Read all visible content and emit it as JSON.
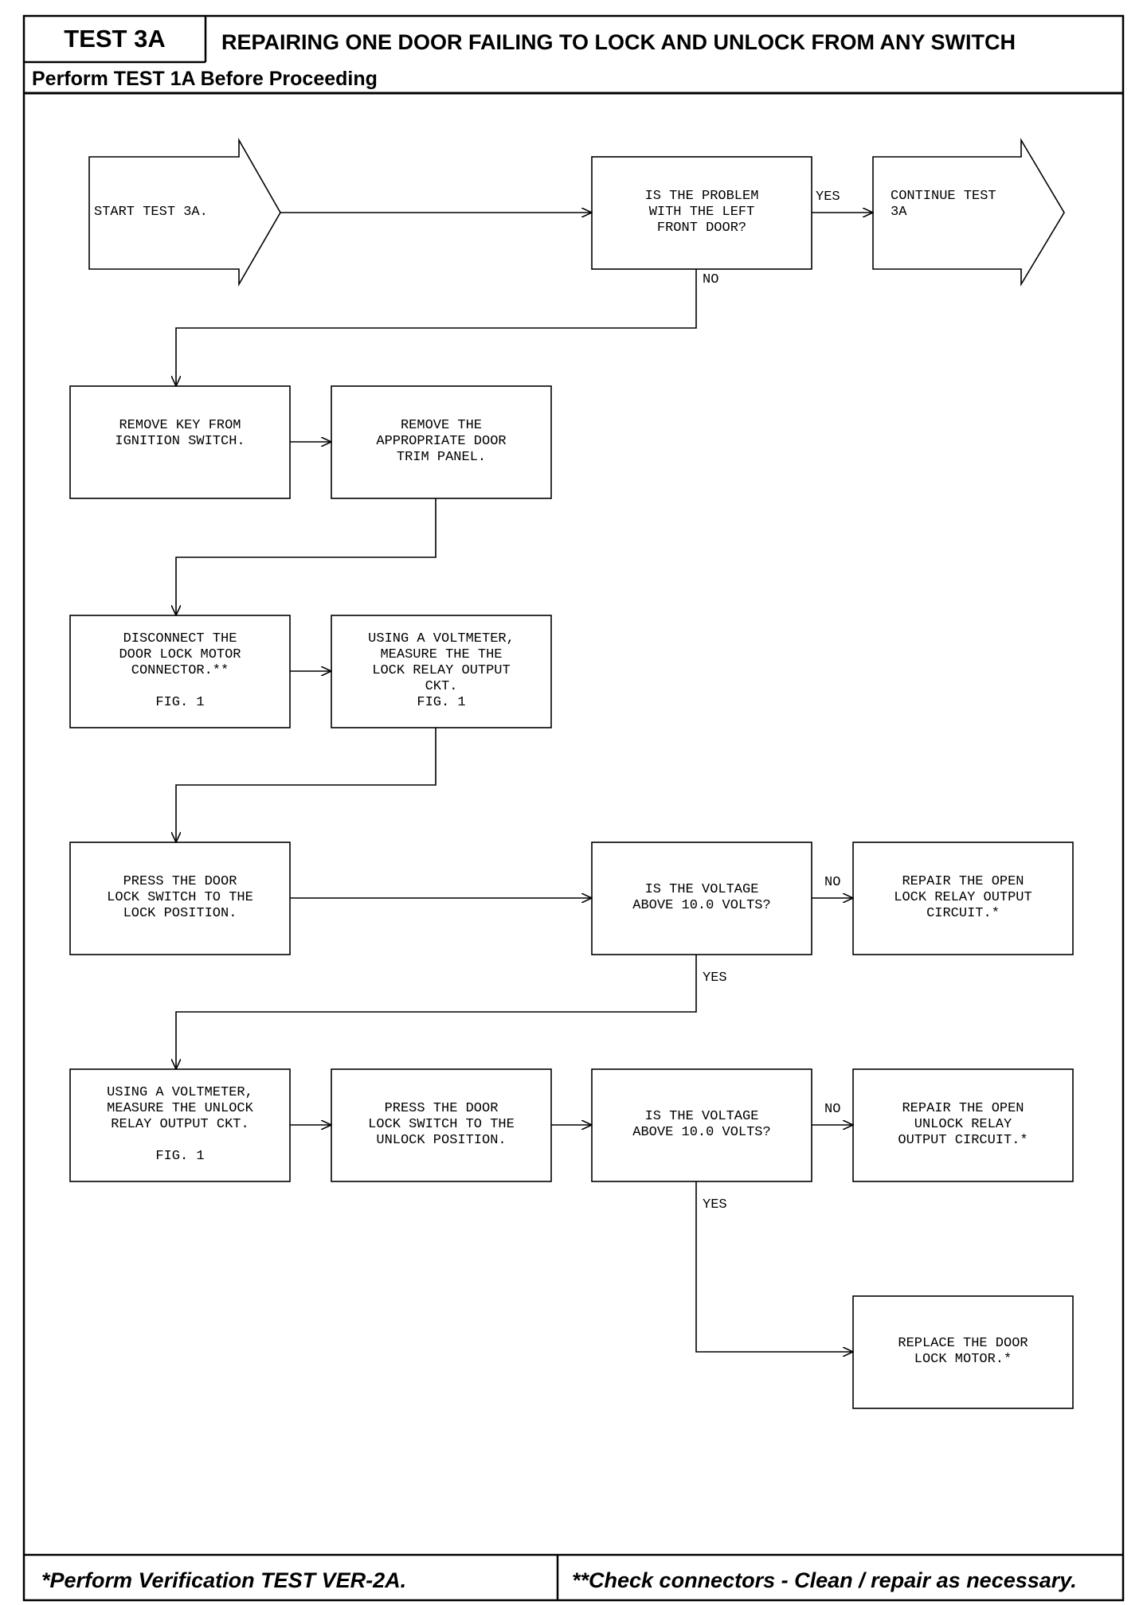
{
  "header": {
    "test_label": "TEST 3A",
    "title": "REPAIRING ONE DOOR FAILING TO LOCK AND UNLOCK FROM ANY SWITCH",
    "subtitle": "Perform TEST 1A Before Proceeding"
  },
  "footer": {
    "left_note": "*Perform Verification TEST VER-2A.",
    "right_note": "**Check connectors - Clean / repair as necessary."
  },
  "flowchart": {
    "start": [
      "START TEST 3A."
    ],
    "q_left_front": [
      "IS THE PROBLEM",
      "WITH THE LEFT",
      "FRONT DOOR?"
    ],
    "continue": [
      "CONTINUE TEST",
      "3A"
    ],
    "remove_key": [
      "REMOVE KEY FROM",
      "IGNITION SWITCH."
    ],
    "remove_trim": [
      "REMOVE THE",
      "APPROPRIATE DOOR",
      "TRIM PANEL."
    ],
    "disconnect": [
      "DISCONNECT THE",
      "DOOR LOCK MOTOR",
      "CONNECTOR.**",
      "",
      "FIG. 1"
    ],
    "measure_lock": [
      "USING A VOLTMETER,",
      "MEASURE THE THE",
      "LOCK RELAY OUTPUT",
      "CKT.",
      "FIG. 1"
    ],
    "press_lock": [
      "PRESS THE DOOR",
      "LOCK SWITCH TO THE",
      "LOCK POSITION."
    ],
    "q_voltage_1": [
      "IS THE VOLTAGE",
      "ABOVE 10.0 VOLTS?"
    ],
    "repair_lock": [
      "REPAIR THE OPEN",
      "LOCK RELAY OUTPUT",
      "CIRCUIT.*"
    ],
    "measure_unlock": [
      "USING A VOLTMETER,",
      "MEASURE THE UNLOCK",
      "RELAY OUTPUT CKT.",
      "",
      "FIG. 1"
    ],
    "press_unlock": [
      "PRESS THE DOOR",
      "LOCK SWITCH TO THE",
      "UNLOCK POSITION."
    ],
    "q_voltage_2": [
      "IS THE VOLTAGE",
      "ABOVE 10.0 VOLTS?"
    ],
    "repair_unlock": [
      "REPAIR THE OPEN",
      "UNLOCK RELAY",
      "OUTPUT CIRCUIT.*"
    ],
    "replace_motor": [
      "REPLACE THE DOOR",
      "LOCK MOTOR.*"
    ],
    "labels": {
      "yes_1": "YES",
      "no_1": "NO",
      "no_2": "NO",
      "yes_2": "YES",
      "no_3": "NO",
      "yes_3": "YES"
    }
  }
}
